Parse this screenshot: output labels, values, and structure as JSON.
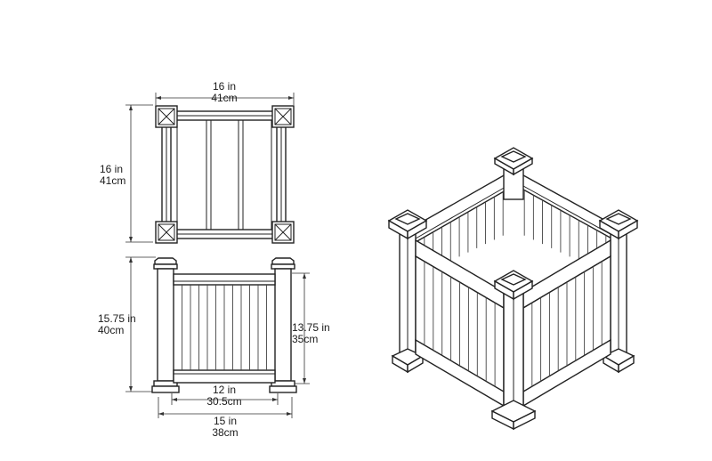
{
  "top_view": {
    "width": {
      "imperial": "16 in",
      "metric": "41cm"
    },
    "depth": {
      "imperial": "16 in",
      "metric": "41cm"
    }
  },
  "front_view": {
    "total_height": {
      "imperial": "15.75 in",
      "metric": "40cm"
    },
    "panel_height": {
      "imperial": "13.75 in",
      "metric": "35cm"
    },
    "panel_width": {
      "imperial": "12 in",
      "metric": "30.5cm"
    },
    "base_width": {
      "imperial": "15 in",
      "metric": "38cm"
    }
  }
}
